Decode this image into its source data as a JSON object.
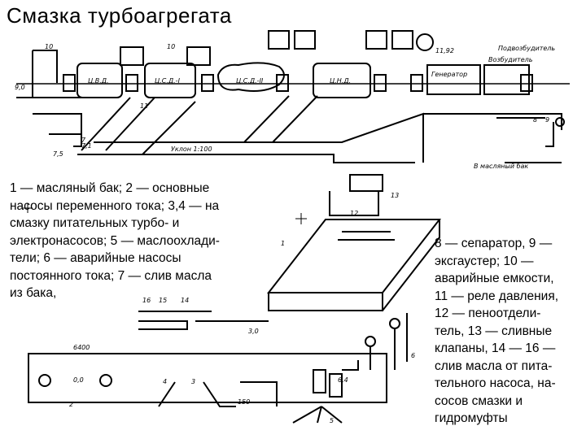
{
  "title": "Смазка турбоагрегата",
  "caption_left": [
    "1 — масляный бак; 2 — основные",
    "насосы переменного тока; 3,4 — на",
    "смазку питательных турбо- и",
    "электронасосов; 5 — маслоохлади-",
    "тели; 6 — аварийные насосы",
    "постоянного тока; 7 — слив масла",
    "из бака,"
  ],
  "caption_right": [
    "8 — сепаратор, 9 —",
    "эксгаустер; 10 —",
    "аварийные емкости,",
    "11 — реле давления,",
    "12 — пеноотдели-",
    "тель, 13 — сливные",
    "клапаны, 14 — 16 —",
    "слив масла от пита-",
    "тельного насоса, на-",
    "сосов смазки и",
    "гидромуфты"
  ],
  "diagram_labels": {
    "cvd": "Ц.В.Д.",
    "csd1": "Ц.С.Д.-I",
    "csd2": "Ц.С.Д.-II",
    "cnd": "Ц.Н.Д.",
    "generator": "Генератор",
    "vozbuditel": "Возбудитель",
    "podvozbuditel": "Подвозбудитель",
    "uklon": "Уклон 1:100",
    "v_maslyany_bak": "В масляный бак",
    "n1": "1",
    "n2": "2",
    "n3": "3",
    "n4": "4",
    "n5": "5",
    "n6": "6",
    "n7": "7",
    "n8": "8",
    "n9": "9",
    "n10a": "10",
    "n10b": "10",
    "n11": "11",
    "n12": "12",
    "n13": "13",
    "n14": "14",
    "n15": "15",
    "n16": "16",
    "d0": "0,0",
    "d3": "3,0",
    "d75": "7,5",
    "d71": "7,1",
    "d64": "6,4",
    "d9": "9,0",
    "d1192": "11,92",
    "d6400": "6400",
    "d150": "150"
  }
}
